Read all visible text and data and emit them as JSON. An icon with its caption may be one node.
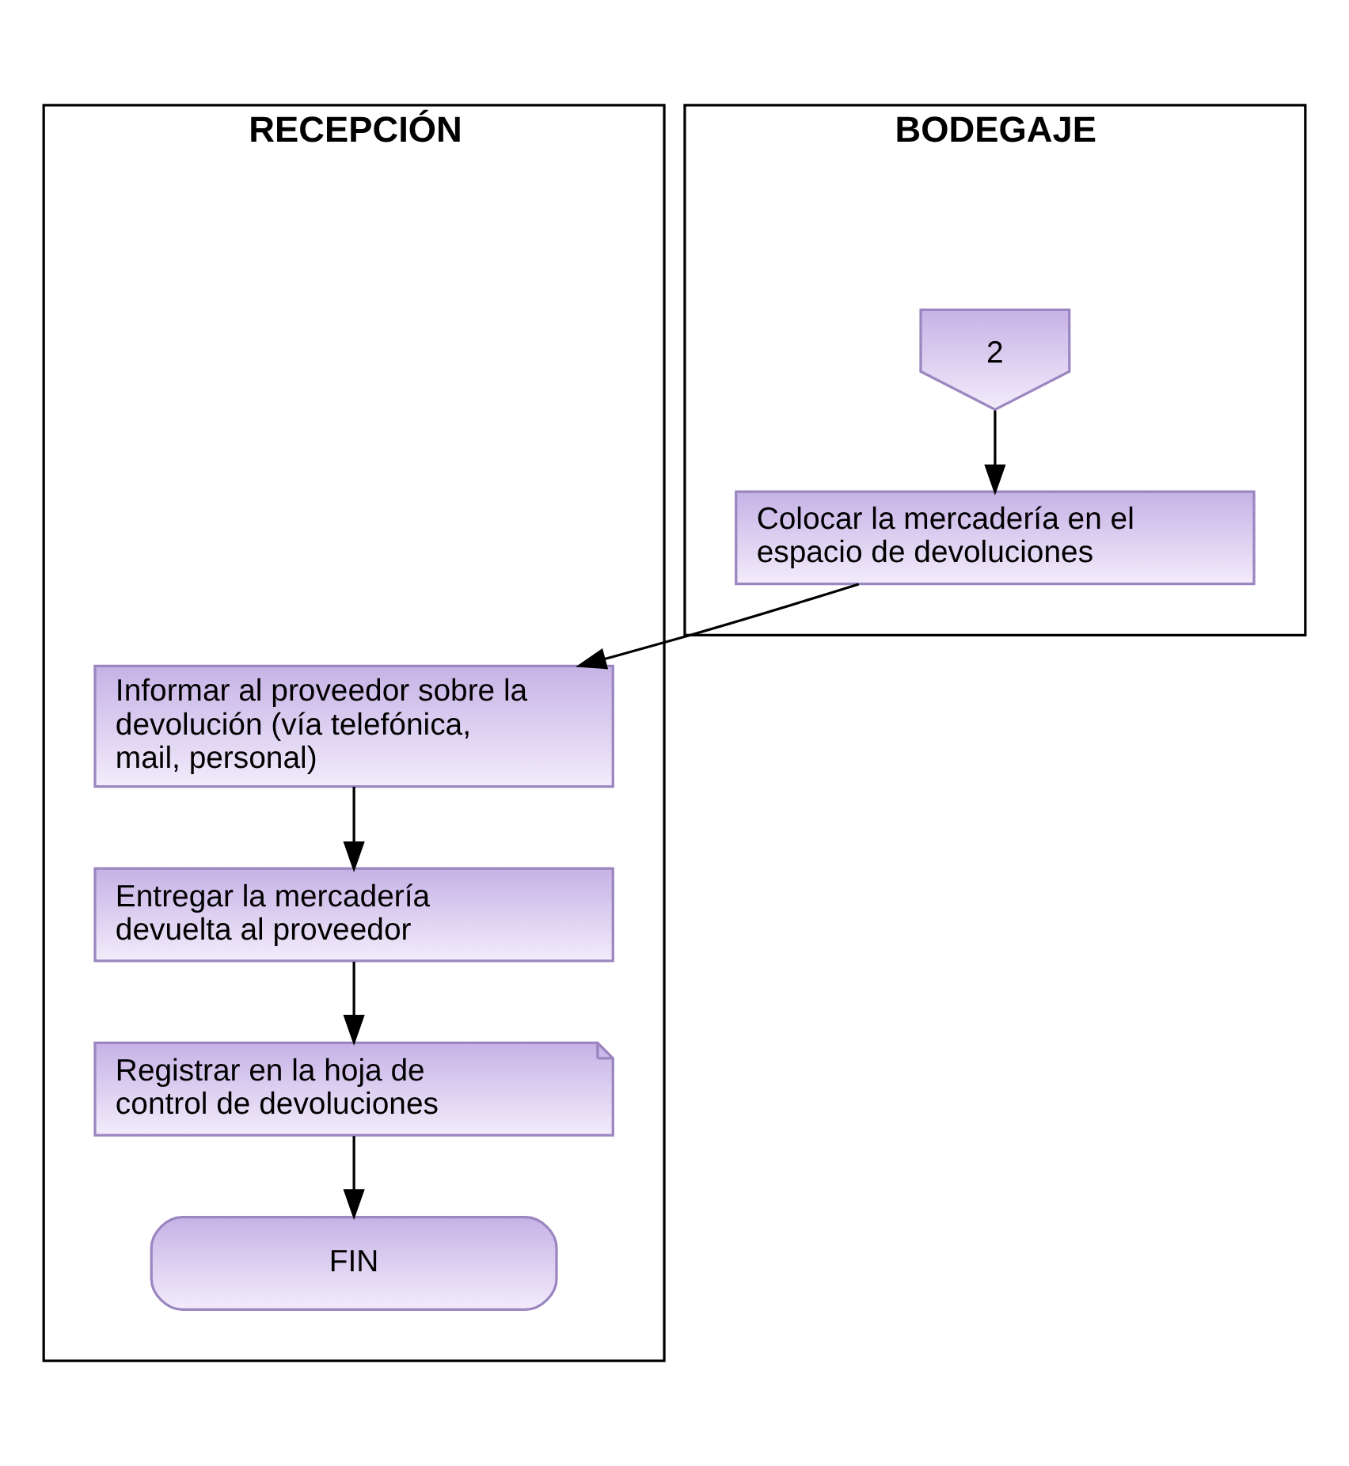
{
  "diagram": {
    "nodes": [
      {
        "text": [
          "RECEPCIÓN"
        ]
      },
      {
        "text": [
          "BODEGAJE"
        ]
      },
      {
        "text": [
          "2"
        ],
        "in": 1
      },
      {
        "text": [
          "Colocar la mercadería en el espacio de devoluciones"
        ],
        "in": 1
      },
      {
        "text": [
          "Informar al proveedor sobre la devolución (vía telefónica, mail, personal)"
        ],
        "in": 0
      },
      {
        "text": [
          "Entregar la mercadería devuelta al proveedor"
        ],
        "in": 0
      },
      {
        "text": [
          "Registrar en la hoja de control de devoluciones"
        ],
        "in": 0
      },
      {
        "text": [
          "FIN"
        ],
        "in": 0
      }
    ],
    "edges": [
      {
        "from": 2,
        "to": 3,
        "arrow": "to"
      },
      {
        "from": 3,
        "to": 4,
        "arrow": "to"
      },
      {
        "from": 4,
        "to": 5,
        "arrow": "to"
      },
      {
        "from": 5,
        "to": 6,
        "arrow": "to"
      },
      {
        "from": 6,
        "to": 7,
        "arrow": "to"
      }
    ]
  }
}
